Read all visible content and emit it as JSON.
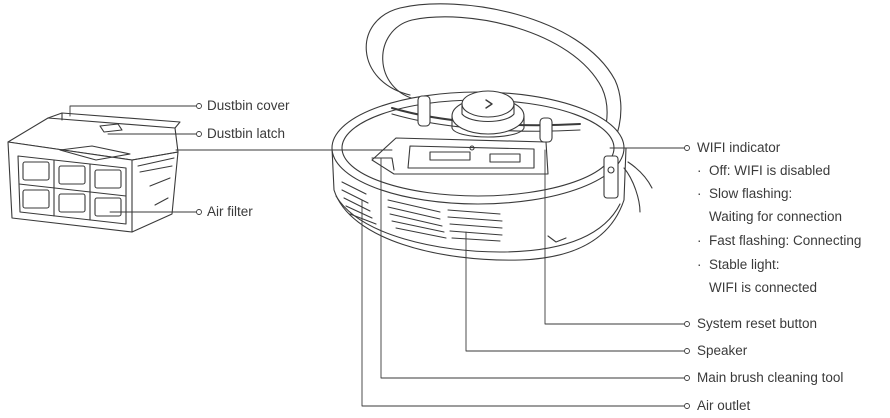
{
  "labels": {
    "dustbin_cover": "Dustbin cover",
    "dustbin_latch": "Dustbin latch",
    "air_filter": "Air filter",
    "wifi_indicator": "WIFI indicator",
    "system_reset_button": "System reset button",
    "speaker": "Speaker",
    "main_brush_cleaning_tool": "Main brush cleaning tool",
    "air_outlet": "Air outlet"
  },
  "wifi_states": [
    {
      "bullet": "·",
      "line1": "Off: WIFI is disabled",
      "line2": ""
    },
    {
      "bullet": "·",
      "line1": "Slow flashing:",
      "line2": "Waiting for connection"
    },
    {
      "bullet": "·",
      "line1": "Fast flashing: Connecting",
      "line2": ""
    },
    {
      "bullet": "·",
      "line1": "Stable light:",
      "line2": "WIFI is connected"
    }
  ],
  "colors": {
    "line": "#3a3a3a",
    "text": "#3a3a3a",
    "background": "#ffffff"
  }
}
